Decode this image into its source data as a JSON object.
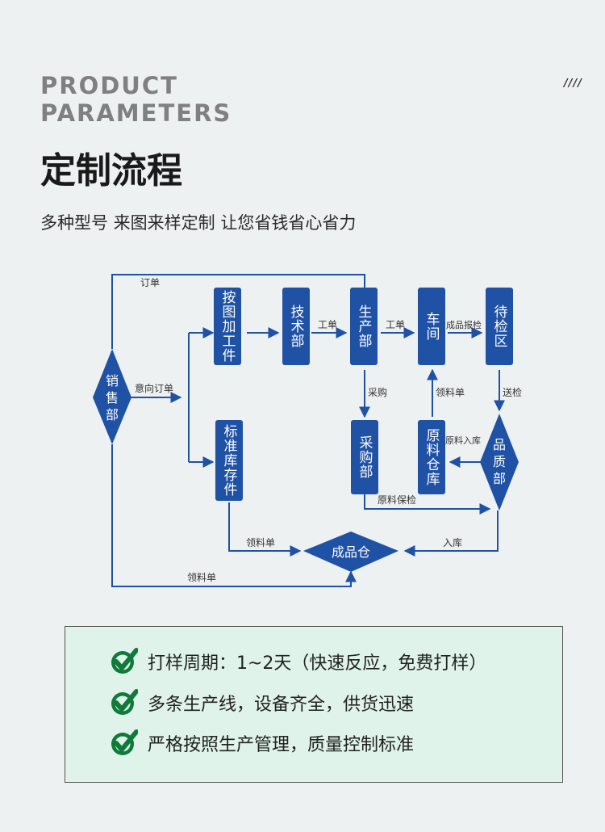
{
  "header": {
    "line1": "PRODUCT",
    "line2": "PARAMETERS",
    "decoration": "////"
  },
  "title": "定制流程",
  "subtitle": "多种型号 来图来样定制 让您省钱省心省力",
  "flowchart": {
    "nodes": {
      "sales": "销售部",
      "drawing": "按图加工件",
      "tech": "技术部",
      "production": "生产部",
      "workshop": "车间",
      "pending": "待检区",
      "standard": "标准库存件",
      "purchasing": "采购部",
      "material_store": "原料仓库",
      "quality": "品质部",
      "finished_store": "成品仓"
    },
    "edge_labels": {
      "order": "订单",
      "intent_order": "意向订单",
      "work_order_1": "工单",
      "work_order_2": "工单",
      "finished_report": "成品报检",
      "purchase": "采购",
      "material_req_1": "领料单",
      "send_inspect": "送检",
      "material_in": "原料入库",
      "material_inspect": "原料保检",
      "material_req_2": "领料单",
      "warehouse_in": "入库",
      "material_req_3": "领料单"
    },
    "colors": {
      "box": "#1f51a5",
      "line": "#1f51a5"
    }
  },
  "features": [
    {
      "icon": "check-icon",
      "text": "打样周期：1~2天（快速反应，免费打样）"
    },
    {
      "icon": "check-icon",
      "text": "多条生产线，设备齐全，供货迅速"
    },
    {
      "icon": "check-icon",
      "text": "严格按照生产管理，质量控制标准"
    }
  ],
  "colors": {
    "check": "#0f7a3a",
    "panel": "#dff3ea"
  }
}
